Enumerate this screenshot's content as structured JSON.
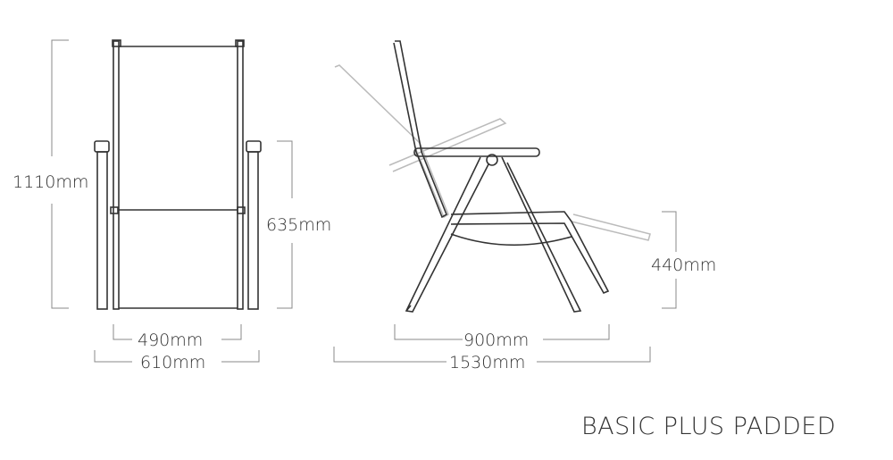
{
  "product": {
    "name": "BASIC PLUS PADDED"
  },
  "front_view": {
    "dimensions": {
      "total_height": "1110mm",
      "armrest_height": "635mm",
      "seat_width": "490mm",
      "total_width": "610mm"
    }
  },
  "side_view": {
    "dimensions": {
      "seat_height": "440mm",
      "depth_upright": "900mm",
      "depth_reclined": "1530mm"
    }
  },
  "colors": {
    "line": "#333333",
    "dim_line": "#888888",
    "ghost": "#bbbbbb"
  }
}
